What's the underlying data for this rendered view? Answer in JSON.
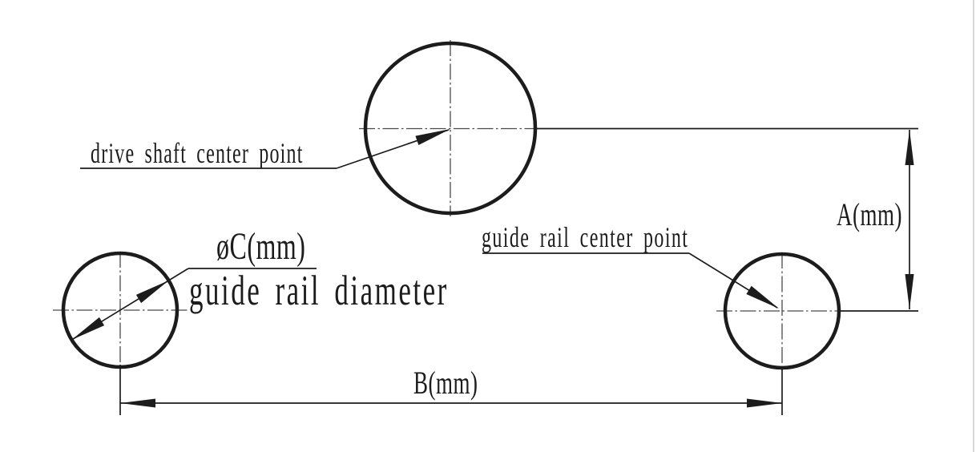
{
  "colors": {
    "ink": "#1c1c1c",
    "centerline": "#4a4a4a",
    "page_border": "#cccccc",
    "background": "#ffffff"
  },
  "labels": {
    "drive_shaft_callout": "drive shaft center point",
    "guide_rail_callout": "guide rail center point",
    "diameter_value": "øC(mm)",
    "diameter_caption": "guide rail diameter",
    "dim_a": "A(mm)",
    "dim_b": "B(mm)"
  }
}
